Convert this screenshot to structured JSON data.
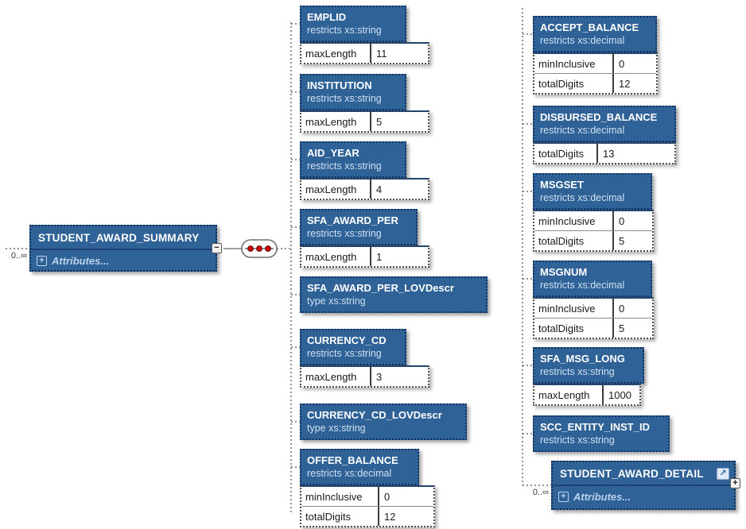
{
  "diagram": {
    "root": {
      "name": "STUDENT_AWARD_SUMMARY",
      "cardinality": "0..∞",
      "attributes_label": "Attributes..."
    },
    "detail": {
      "name": "STUDENT_AWARD_DETAIL",
      "cardinality": "0..∞",
      "attributes_label": "Attributes..."
    },
    "middle_elements": [
      {
        "name": "EMPLID",
        "annotation": "restricts xs:string",
        "facets": [
          {
            "k": "maxLength",
            "v": "11"
          }
        ]
      },
      {
        "name": "INSTITUTION",
        "annotation": "restricts xs:string",
        "facets": [
          {
            "k": "maxLength",
            "v": "5"
          }
        ]
      },
      {
        "name": "AID_YEAR",
        "annotation": "restricts xs:string",
        "facets": [
          {
            "k": "maxLength",
            "v": "4"
          }
        ]
      },
      {
        "name": "SFA_AWARD_PER",
        "annotation": "restricts xs:string",
        "facets": [
          {
            "k": "maxLength",
            "v": "1"
          }
        ]
      },
      {
        "name": "SFA_AWARD_PER_LOVDescr",
        "annotation": "type xs:string",
        "facets": []
      },
      {
        "name": "CURRENCY_CD",
        "annotation": "restricts xs:string",
        "facets": [
          {
            "k": "maxLength",
            "v": "3"
          }
        ]
      },
      {
        "name": "CURRENCY_CD_LOVDescr",
        "annotation": "type xs:string",
        "facets": []
      },
      {
        "name": "OFFER_BALANCE",
        "annotation": "restricts xs:decimal",
        "facets": [
          {
            "k": "minInclusive",
            "v": "0"
          },
          {
            "k": "totalDigits",
            "v": "12"
          }
        ]
      }
    ],
    "right_elements": [
      {
        "name": "ACCEPT_BALANCE",
        "annotation": "restricts xs:decimal",
        "facets": [
          {
            "k": "minInclusive",
            "v": "0"
          },
          {
            "k": "totalDigits",
            "v": "12"
          }
        ]
      },
      {
        "name": "DISBURSED_BALANCE",
        "annotation": "restricts xs:decimal",
        "facets": [
          {
            "k": "totalDigits",
            "v": "13"
          }
        ]
      },
      {
        "name": "MSGSET",
        "annotation": "restricts xs:decimal",
        "facets": [
          {
            "k": "minInclusive",
            "v": "0"
          },
          {
            "k": "totalDigits",
            "v": "5"
          }
        ]
      },
      {
        "name": "MSGNUM",
        "annotation": "restricts xs:decimal",
        "facets": [
          {
            "k": "minInclusive",
            "v": "0"
          },
          {
            "k": "totalDigits",
            "v": "5"
          }
        ]
      },
      {
        "name": "SFA_MSG_LONG",
        "annotation": "restricts xs:string",
        "facets": [
          {
            "k": "maxLength",
            "v": "1000"
          }
        ]
      },
      {
        "name": "SCC_ENTITY_INST_ID",
        "annotation": "restricts xs:string",
        "facets": []
      }
    ],
    "icons": {
      "attributes_expander": "+",
      "collapse": "−",
      "expand": "+",
      "external_ref": "↗",
      "sequence": "sequence-compositor"
    },
    "colors": {
      "node_fill": "#2f6296",
      "node_border": "#12315b",
      "subtitle_text": "#cfe0f2",
      "sequence_dot": "#d40000",
      "connector": "#6e6e6e",
      "facet_text": "#1a1a1a"
    }
  }
}
